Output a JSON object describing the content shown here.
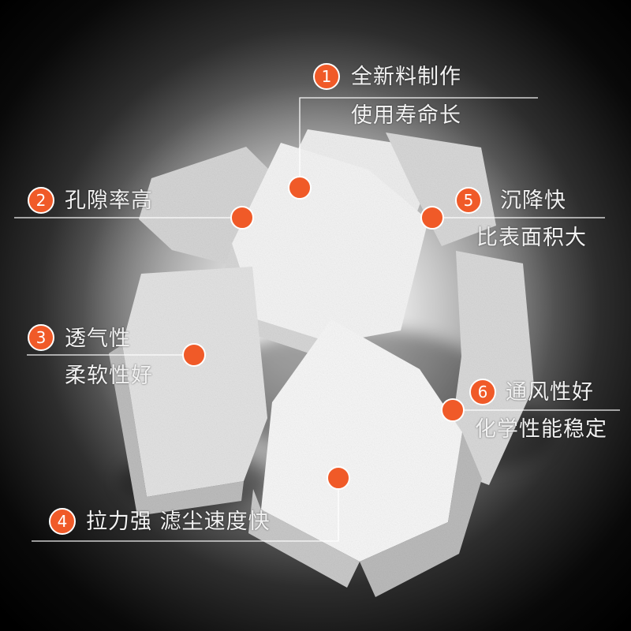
{
  "image": {
    "subject": "white filter foam sponge cubes",
    "accent_color": "#f05a28",
    "line_color": "#ffffff",
    "background_color": "#000000"
  },
  "features": [
    {
      "number": "1",
      "title": "全新料制作",
      "subtitle": "使用寿命长"
    },
    {
      "number": "2",
      "title": "孔隙率高",
      "subtitle": ""
    },
    {
      "number": "3",
      "title": "透气性",
      "subtitle": "柔软性好"
    },
    {
      "number": "4",
      "title": "拉力强 滤尘速度快",
      "subtitle": ""
    },
    {
      "number": "5",
      "title": "沉降快",
      "subtitle": "比表面积大"
    },
    {
      "number": "6",
      "title": "通风性好",
      "subtitle": "化学性能稳定"
    }
  ]
}
